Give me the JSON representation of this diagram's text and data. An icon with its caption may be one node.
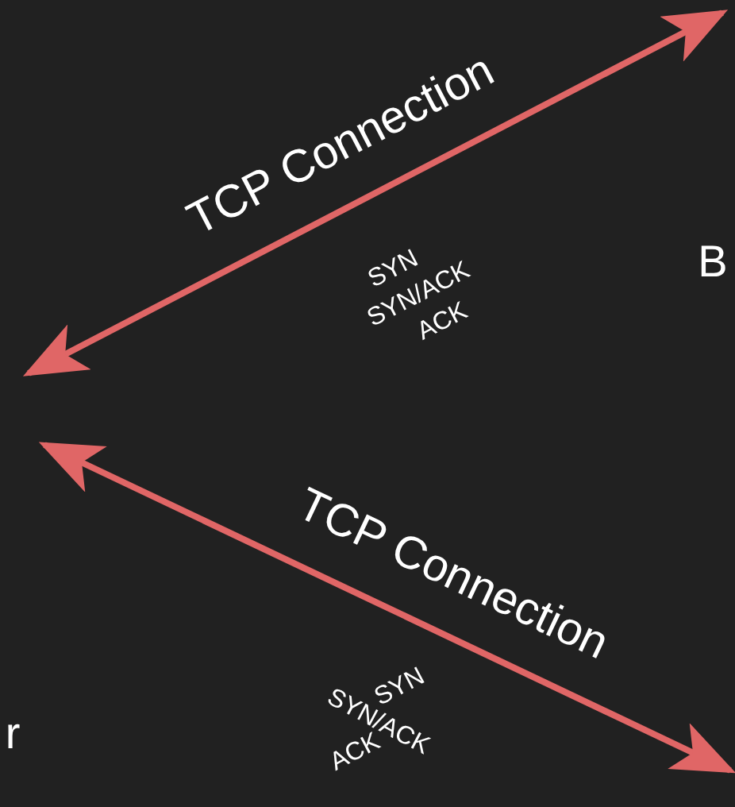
{
  "diagram": {
    "labels": [
      "TCP Connection",
      "B",
      "SYN",
      "SYN/ACK",
      "ACK",
      "TCP Connection",
      "SYN",
      "SYN/ACK",
      "ACK",
      "r"
    ]
  }
}
